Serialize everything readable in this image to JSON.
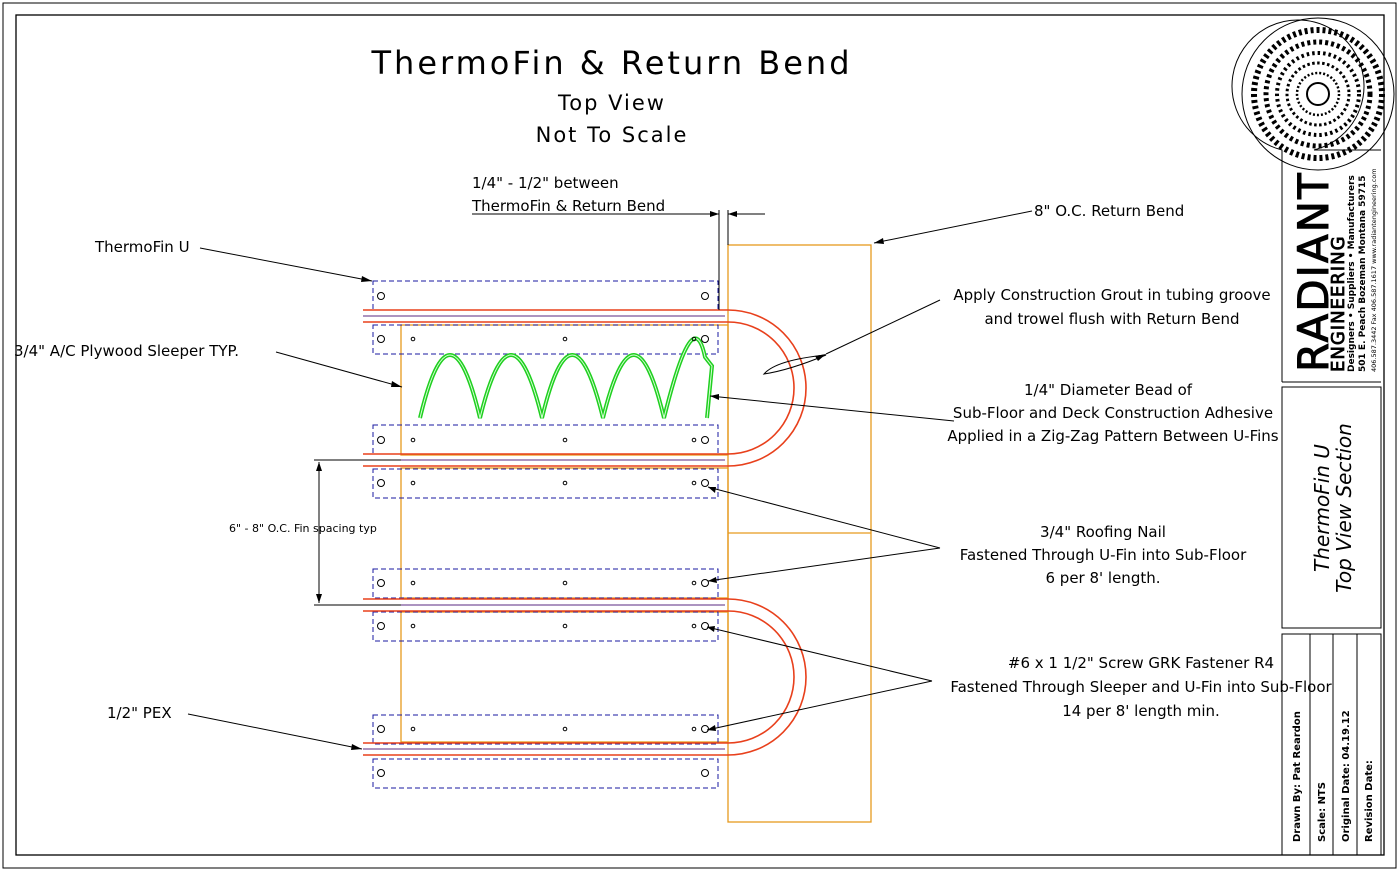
{
  "title": "ThermoFin & Return Bend",
  "subtitle_1": "Top View",
  "subtitle_2": "Not To Scale",
  "gap_note_1": "1/4\" - 1/2\" between",
  "gap_note_2": "ThermoFin & Return Bend",
  "labels": {
    "return_bend": "8\" O.C. Return Bend",
    "thermofin_u": "ThermoFin U",
    "grout_1": "Apply Construction Grout in tubing groove",
    "grout_2": "and trowel flush with Return Bend",
    "plywood": "3/4\" A/C Plywood Sleeper TYP.",
    "adhesive_1": "1/4\" Diameter Bead of",
    "adhesive_2": "Sub-Floor and Deck Construction Adhesive",
    "adhesive_3": "Applied in a Zig-Zag Pattern Between U-Fins",
    "fin_spacing": "6\" - 8\" O.C. Fin spacing typ",
    "nail_1": "3/4\" Roofing Nail",
    "nail_2": "Fastened Through U-Fin into Sub-Floor",
    "nail_3": "6  per 8' length.",
    "screw_1": "#6 x 1 1/2\" Screw GRK Fastener R4",
    "screw_2": "Fastened Through Sleeper and U-Fin into Sub-Floor",
    "screw_3": "14  per 8' length min.",
    "pex": "1/2\" PEX"
  },
  "title_block": {
    "company_1": "RADIANT",
    "company_2": "ENGINEERING",
    "tagline": "Designers • Suppliers • Manufacturers",
    "address": "501 E. Peach Bozeman Montana 59715",
    "contact": "406.587.3442  Fax 406.587.1617  www.radiantengineering.com",
    "sheet_title_1": "ThermoFin U",
    "sheet_title_2": "Top View Section",
    "drawn_by": "Drawn By:  Pat Reardon",
    "scale": "Scale: NTS",
    "original_date": "Original Date: 04.19.12",
    "revision_date": "Revision Date:"
  },
  "colors": {
    "pex": "#e8401c",
    "sleeper": "#e69a1e",
    "fin": "#1a1aa0",
    "adhesive": "#1fcf1f",
    "line": "#000000"
  }
}
